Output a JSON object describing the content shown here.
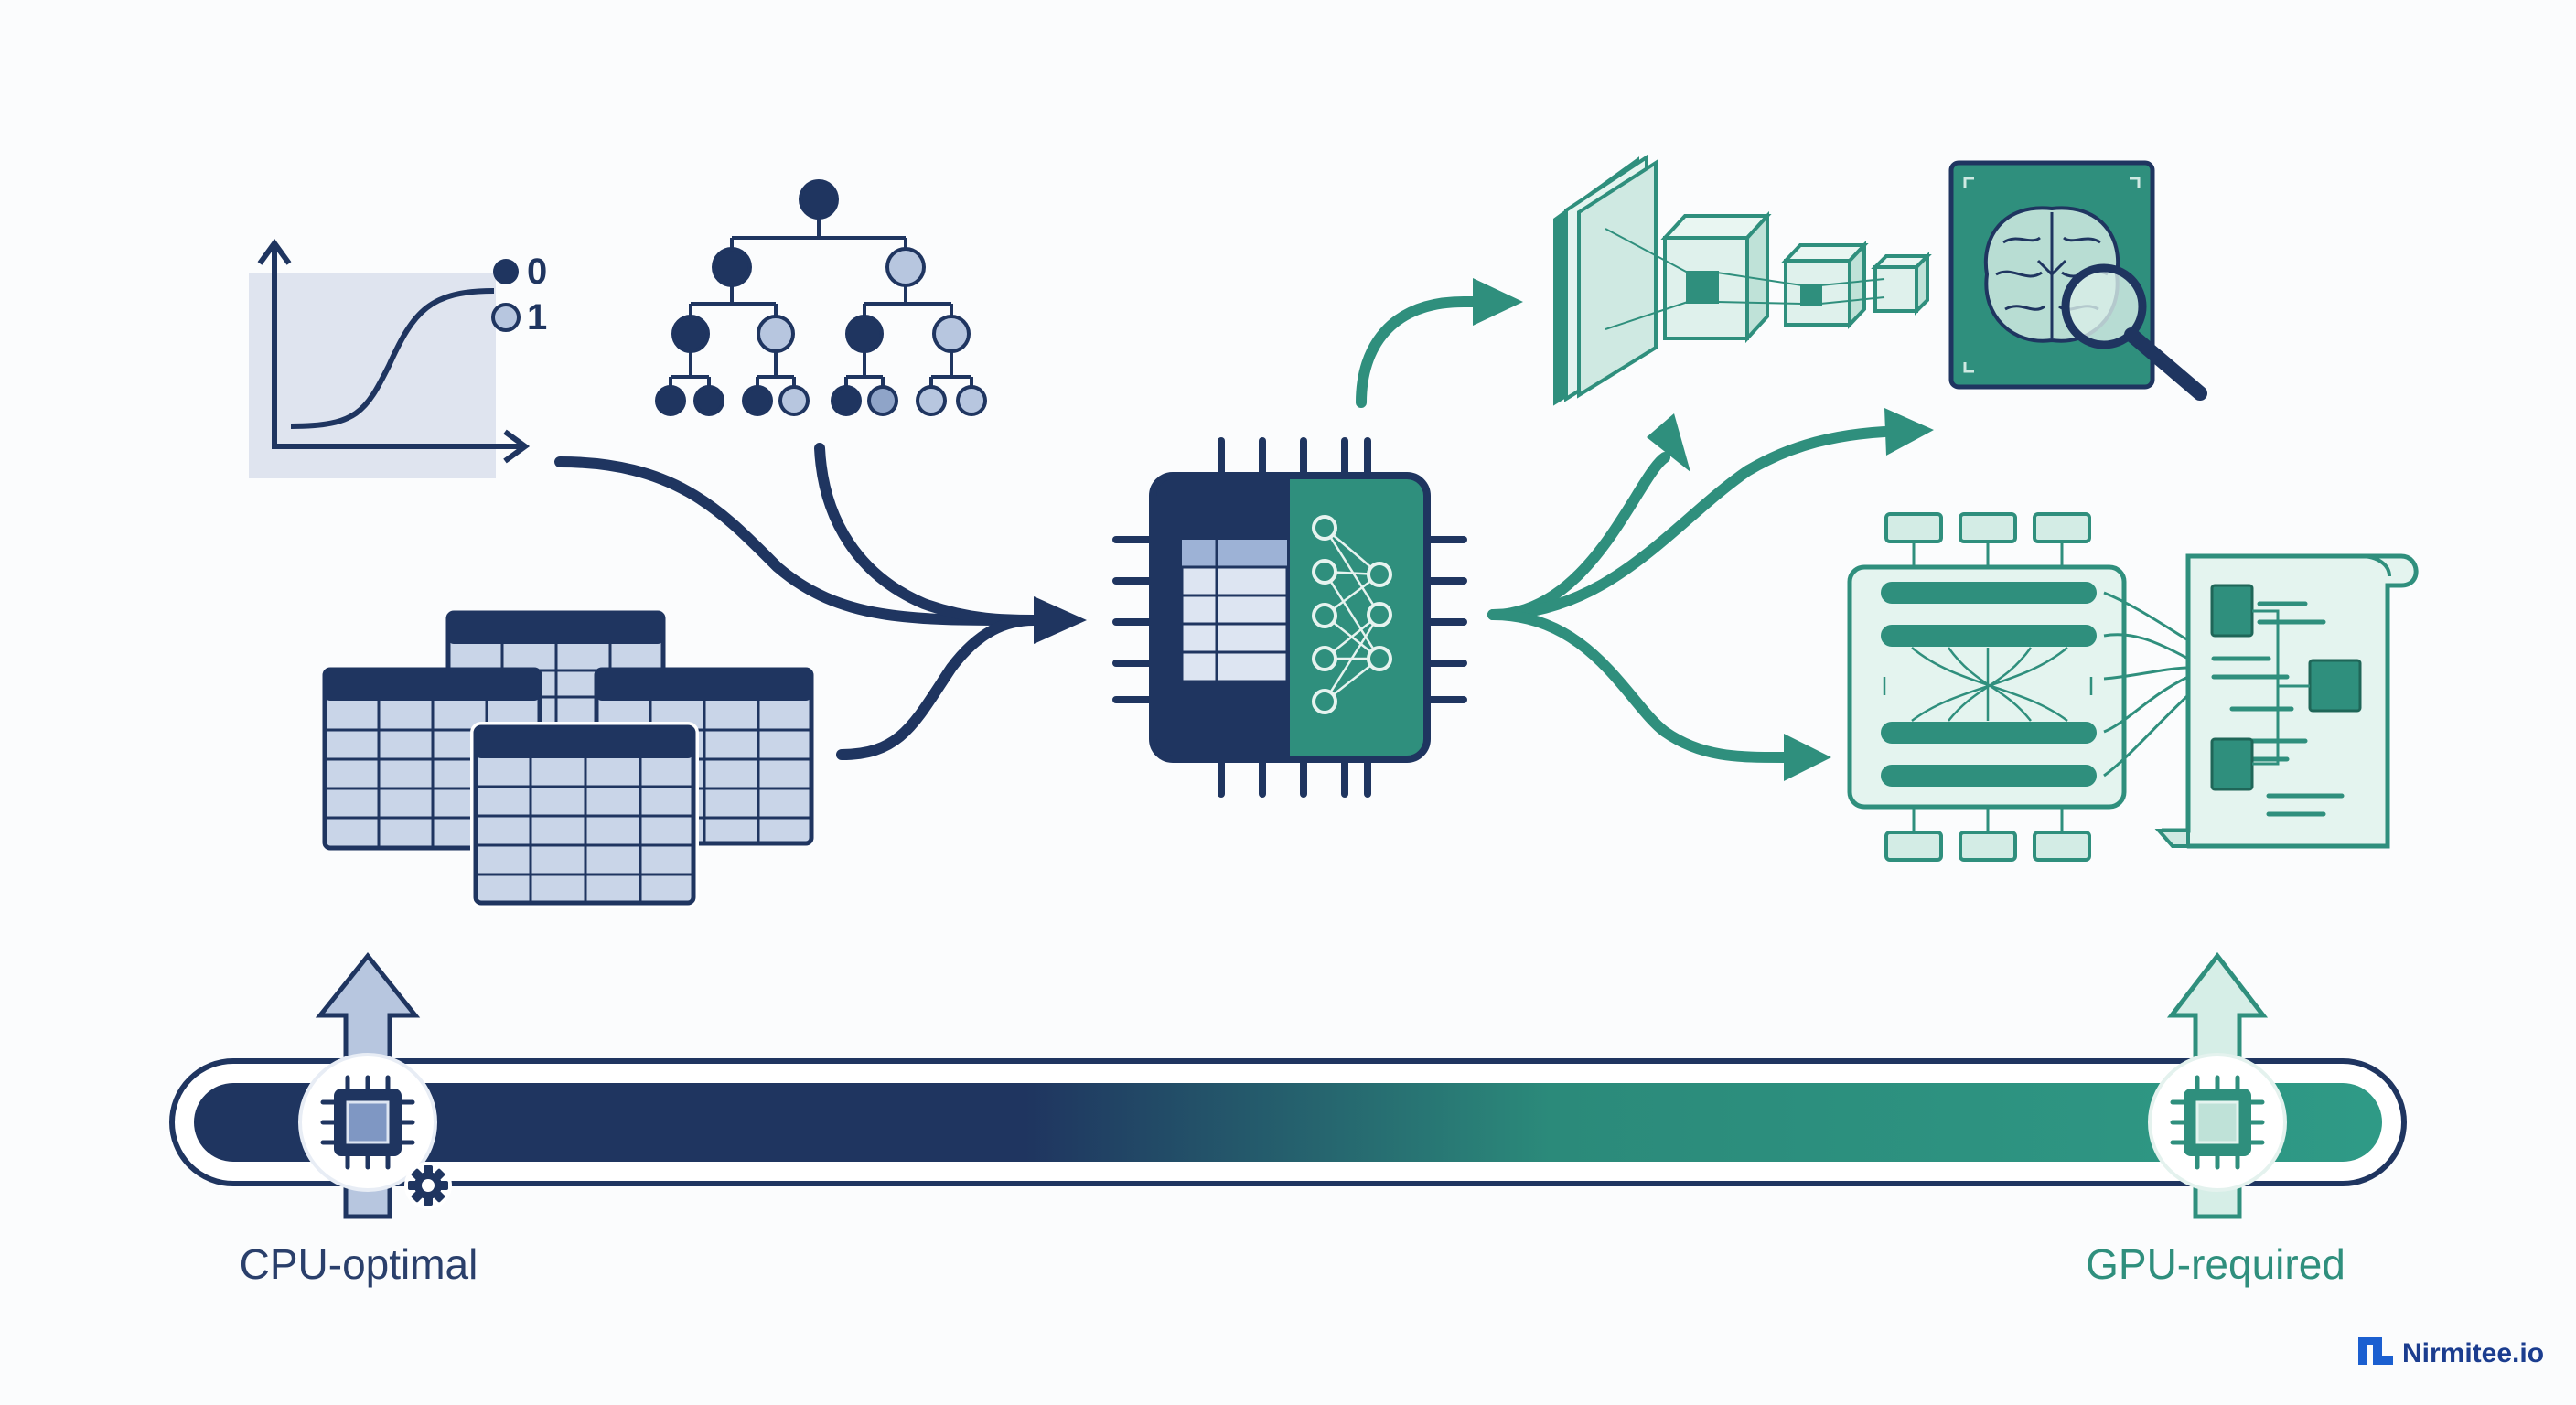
{
  "spectrum": {
    "left_label": "CPU-optimal",
    "right_label": "GPU-required"
  },
  "logistic": {
    "legend": [
      "0",
      "1"
    ]
  },
  "brand": {
    "name": "Nirmitee.io"
  },
  "colors": {
    "navy": "#1f3560",
    "navy_light": "#b7c6df",
    "teal": "#2f8f7d",
    "teal_light": "#cfe9e2",
    "background": "#fbfcfd"
  },
  "icons": [
    "logistic-regression-icon",
    "decision-tree-icon",
    "tabular-data-icon",
    "hybrid-processor-icon",
    "cnn-3d-icon",
    "brain-scan-icon",
    "transformer-icon",
    "document-icon",
    "chip-icon",
    "gear-icon"
  ]
}
